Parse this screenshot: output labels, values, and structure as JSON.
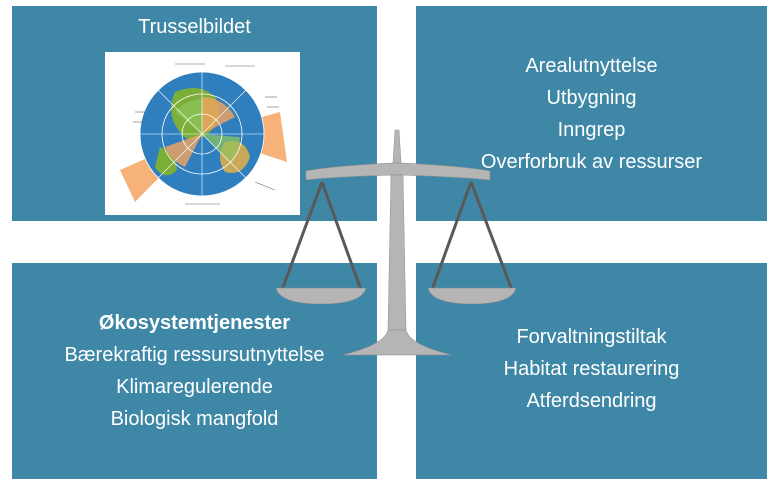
{
  "panels": {
    "top_left": {
      "title": "Trusselbildet"
    },
    "top_right": {
      "lines": [
        "Arealutnyttelse",
        "Utbygning",
        "Inngrep",
        "Overforbruk av ressurser"
      ]
    },
    "bottom_left": {
      "heading": "Økosystemtjenester",
      "lines": [
        "Bærekraftig ressursutnyttelse",
        "Klimaregulerende",
        "Biologisk mangfold"
      ]
    },
    "bottom_right": {
      "lines": [
        "Forvaltningstiltak",
        "Habitat restaurering",
        "Atferdsendring"
      ]
    }
  },
  "colors": {
    "panel": "#3f87a6",
    "scale": "#b5b5b5",
    "scale_dark": "#595959",
    "orange": "#f4a460",
    "globe_blue": "#2f7fbf",
    "globe_green": "#7cae3a"
  }
}
